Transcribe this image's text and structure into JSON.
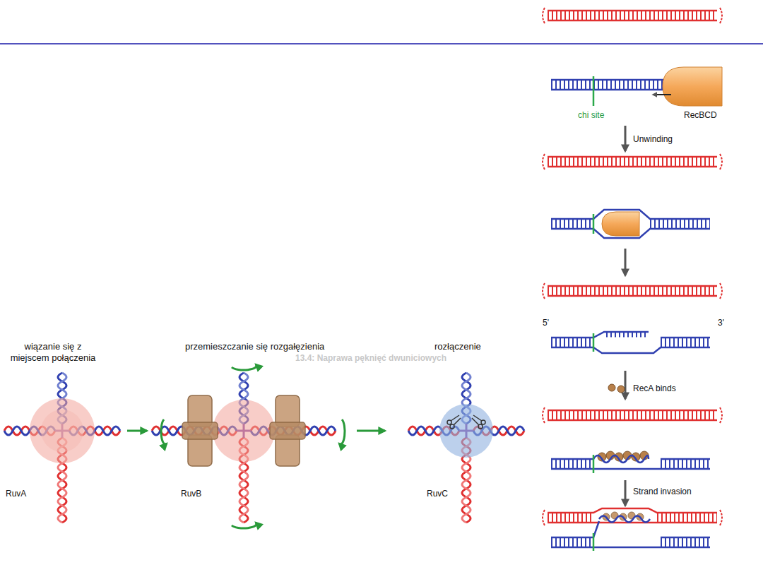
{
  "diagram": {
    "labels": [
      "wiązanie się z miejscem połączenia",
      "przemieszczanie się rozgałęzienia",
      "rozłączenie",
      "13.4: Naprawa pęknięć dwuniciowych",
      "RuvA",
      "RuvB",
      "RuvC",
      "chi site",
      "RecBCD",
      "Unwinding",
      "5'",
      "3'",
      "RecA binds",
      "Strand invasion"
    ]
  }
}
